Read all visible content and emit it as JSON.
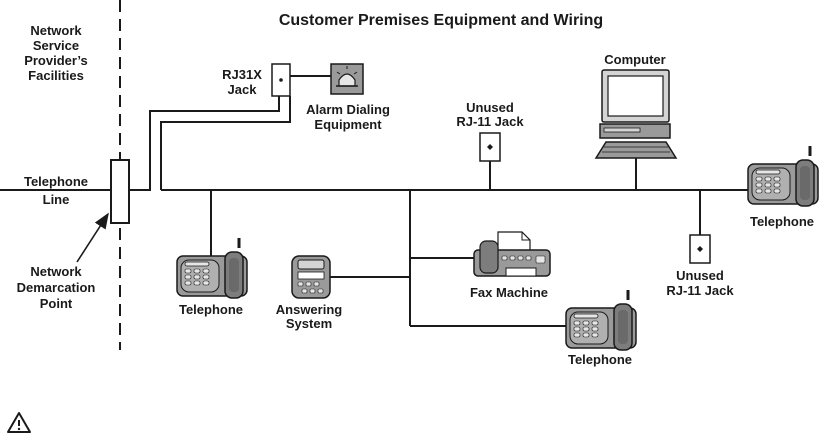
{
  "title": "Customer Premises Equipment and Wiring",
  "provider": {
    "line1": "Network",
    "line2": "Service",
    "line3": "Provider’s",
    "line4": "Facilities"
  },
  "telephone_line": {
    "line1": "Telephone",
    "line2": "Line"
  },
  "demarc": {
    "line1": "Network",
    "line2": "Demarcation",
    "line3": "Point"
  },
  "rj31x": {
    "line1": "RJ31X",
    "line2": "Jack"
  },
  "alarm": {
    "line1": "Alarm Dialing",
    "line2": "Equipment"
  },
  "unused_jack_top": {
    "line1": "Unused",
    "line2": "RJ-11 Jack"
  },
  "computer": {
    "label": "Computer"
  },
  "telephone_right": {
    "label": "Telephone"
  },
  "telephone_left": {
    "label": "Telephone"
  },
  "answering": {
    "line1": "Answering",
    "line2": "System"
  },
  "fax": {
    "label": "Fax Machine"
  },
  "unused_jack_bottom": {
    "line1": "Unused",
    "line2": "RJ-11 Jack"
  },
  "telephone_bottom": {
    "label": "Telephone"
  },
  "icons": {
    "warning": "warning-icon"
  },
  "colors": {
    "line": "#1a1a1a",
    "device_fill": "#9a9a9a",
    "device_light": "#d4d4d4",
    "device_dark": "#555555"
  }
}
